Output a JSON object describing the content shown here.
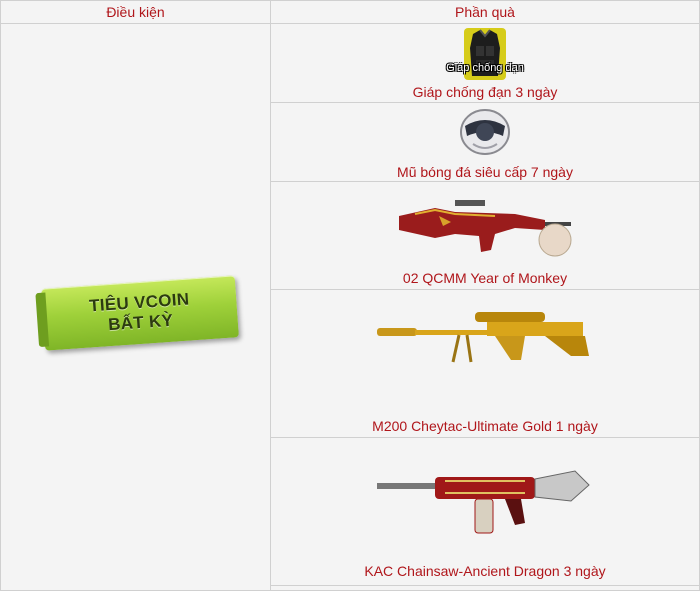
{
  "table": {
    "header_condition": "Điều kiện",
    "header_rewards": "Phần quà"
  },
  "condition": {
    "line1": "TIÊU VCOIN",
    "line2": "BẤT KỲ"
  },
  "rewards": [
    {
      "label": "Giáp chống đạn 3 ngày",
      "image_caption": "Giáp chống đạn",
      "icon": "armor-vest-icon"
    },
    {
      "label": "Mũ bóng đá siêu cấp 7 ngày",
      "icon": "helmet-icon"
    },
    {
      "label": "02 QCMM Year of Monkey",
      "icon": "rifle-icon"
    },
    {
      "label": "M200 Cheytac-Ultimate Gold 1 ngày",
      "icon": "sniper-rifle-icon"
    },
    {
      "label": "KAC Chainsaw-Ancient Dragon 3 ngày",
      "icon": "machine-gun-icon"
    }
  ],
  "colors": {
    "label_red": "#b0161b",
    "banner_green": "#9fd13a",
    "gold": "#d9a51a"
  }
}
